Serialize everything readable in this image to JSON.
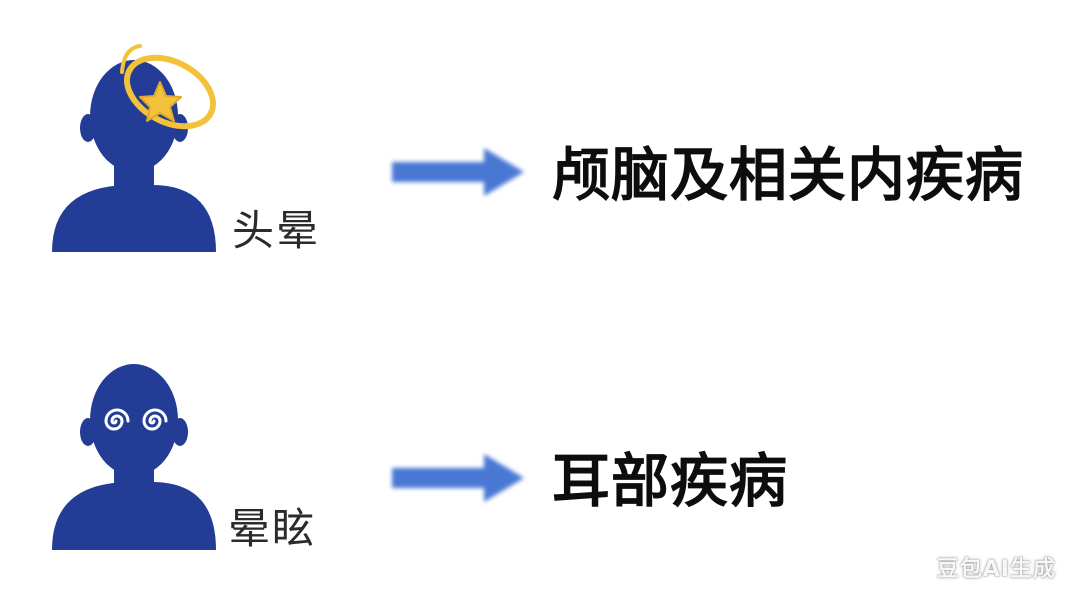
{
  "colors": {
    "figure": "#233d96",
    "halo": "#f3c23a",
    "arrow": "#4a78d4",
    "text": "#0d0d0d"
  },
  "rows": [
    {
      "symptom": "头晕",
      "cause": "颅脑及相关内疾病",
      "icon": "halo-star-icon"
    },
    {
      "symptom": "晕眩",
      "cause": "耳部疾病",
      "icon": "spiral-eyes-icon"
    }
  ],
  "watermark": "豆包AI生成"
}
